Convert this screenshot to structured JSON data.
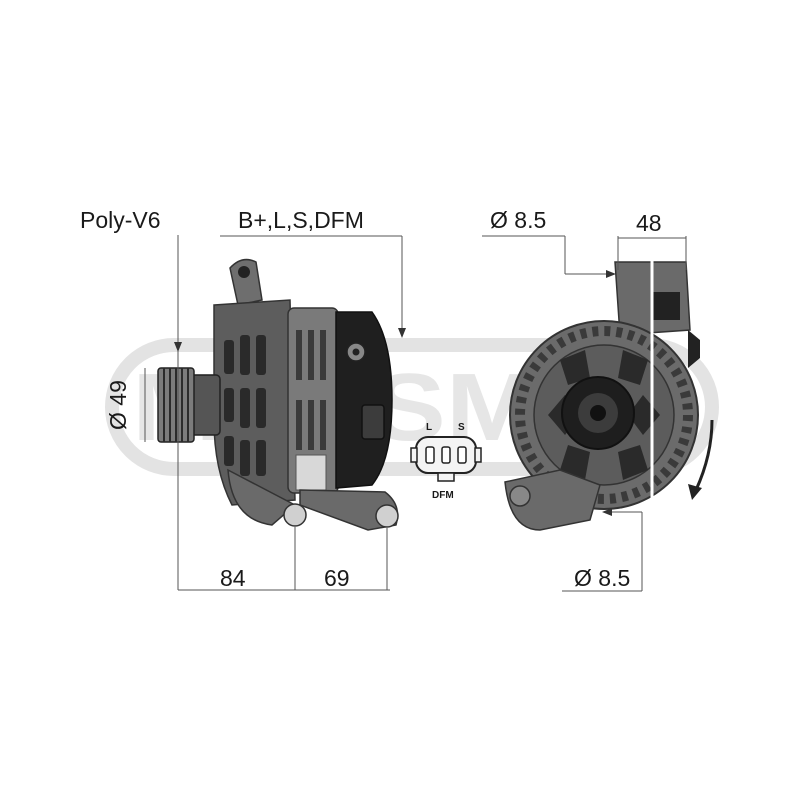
{
  "watermark": {
    "text": "MESSMER"
  },
  "labels": {
    "pulley": "Poly-V6",
    "terminals": "B+,L,S,DFM",
    "hole_top": "Ø 8.5",
    "width_top": "48",
    "pulley_diameter": "Ø 49",
    "dim_left": "84",
    "dim_right": "69",
    "hole_bottom": "Ø 8.5"
  },
  "connector": {
    "pin_left": "L",
    "pin_right": "S",
    "pin_bottom": "DFM"
  },
  "icons": [
    "alternator-side-view",
    "alternator-front-view",
    "connector-plug-icon",
    "rotation-arrow-icon"
  ]
}
